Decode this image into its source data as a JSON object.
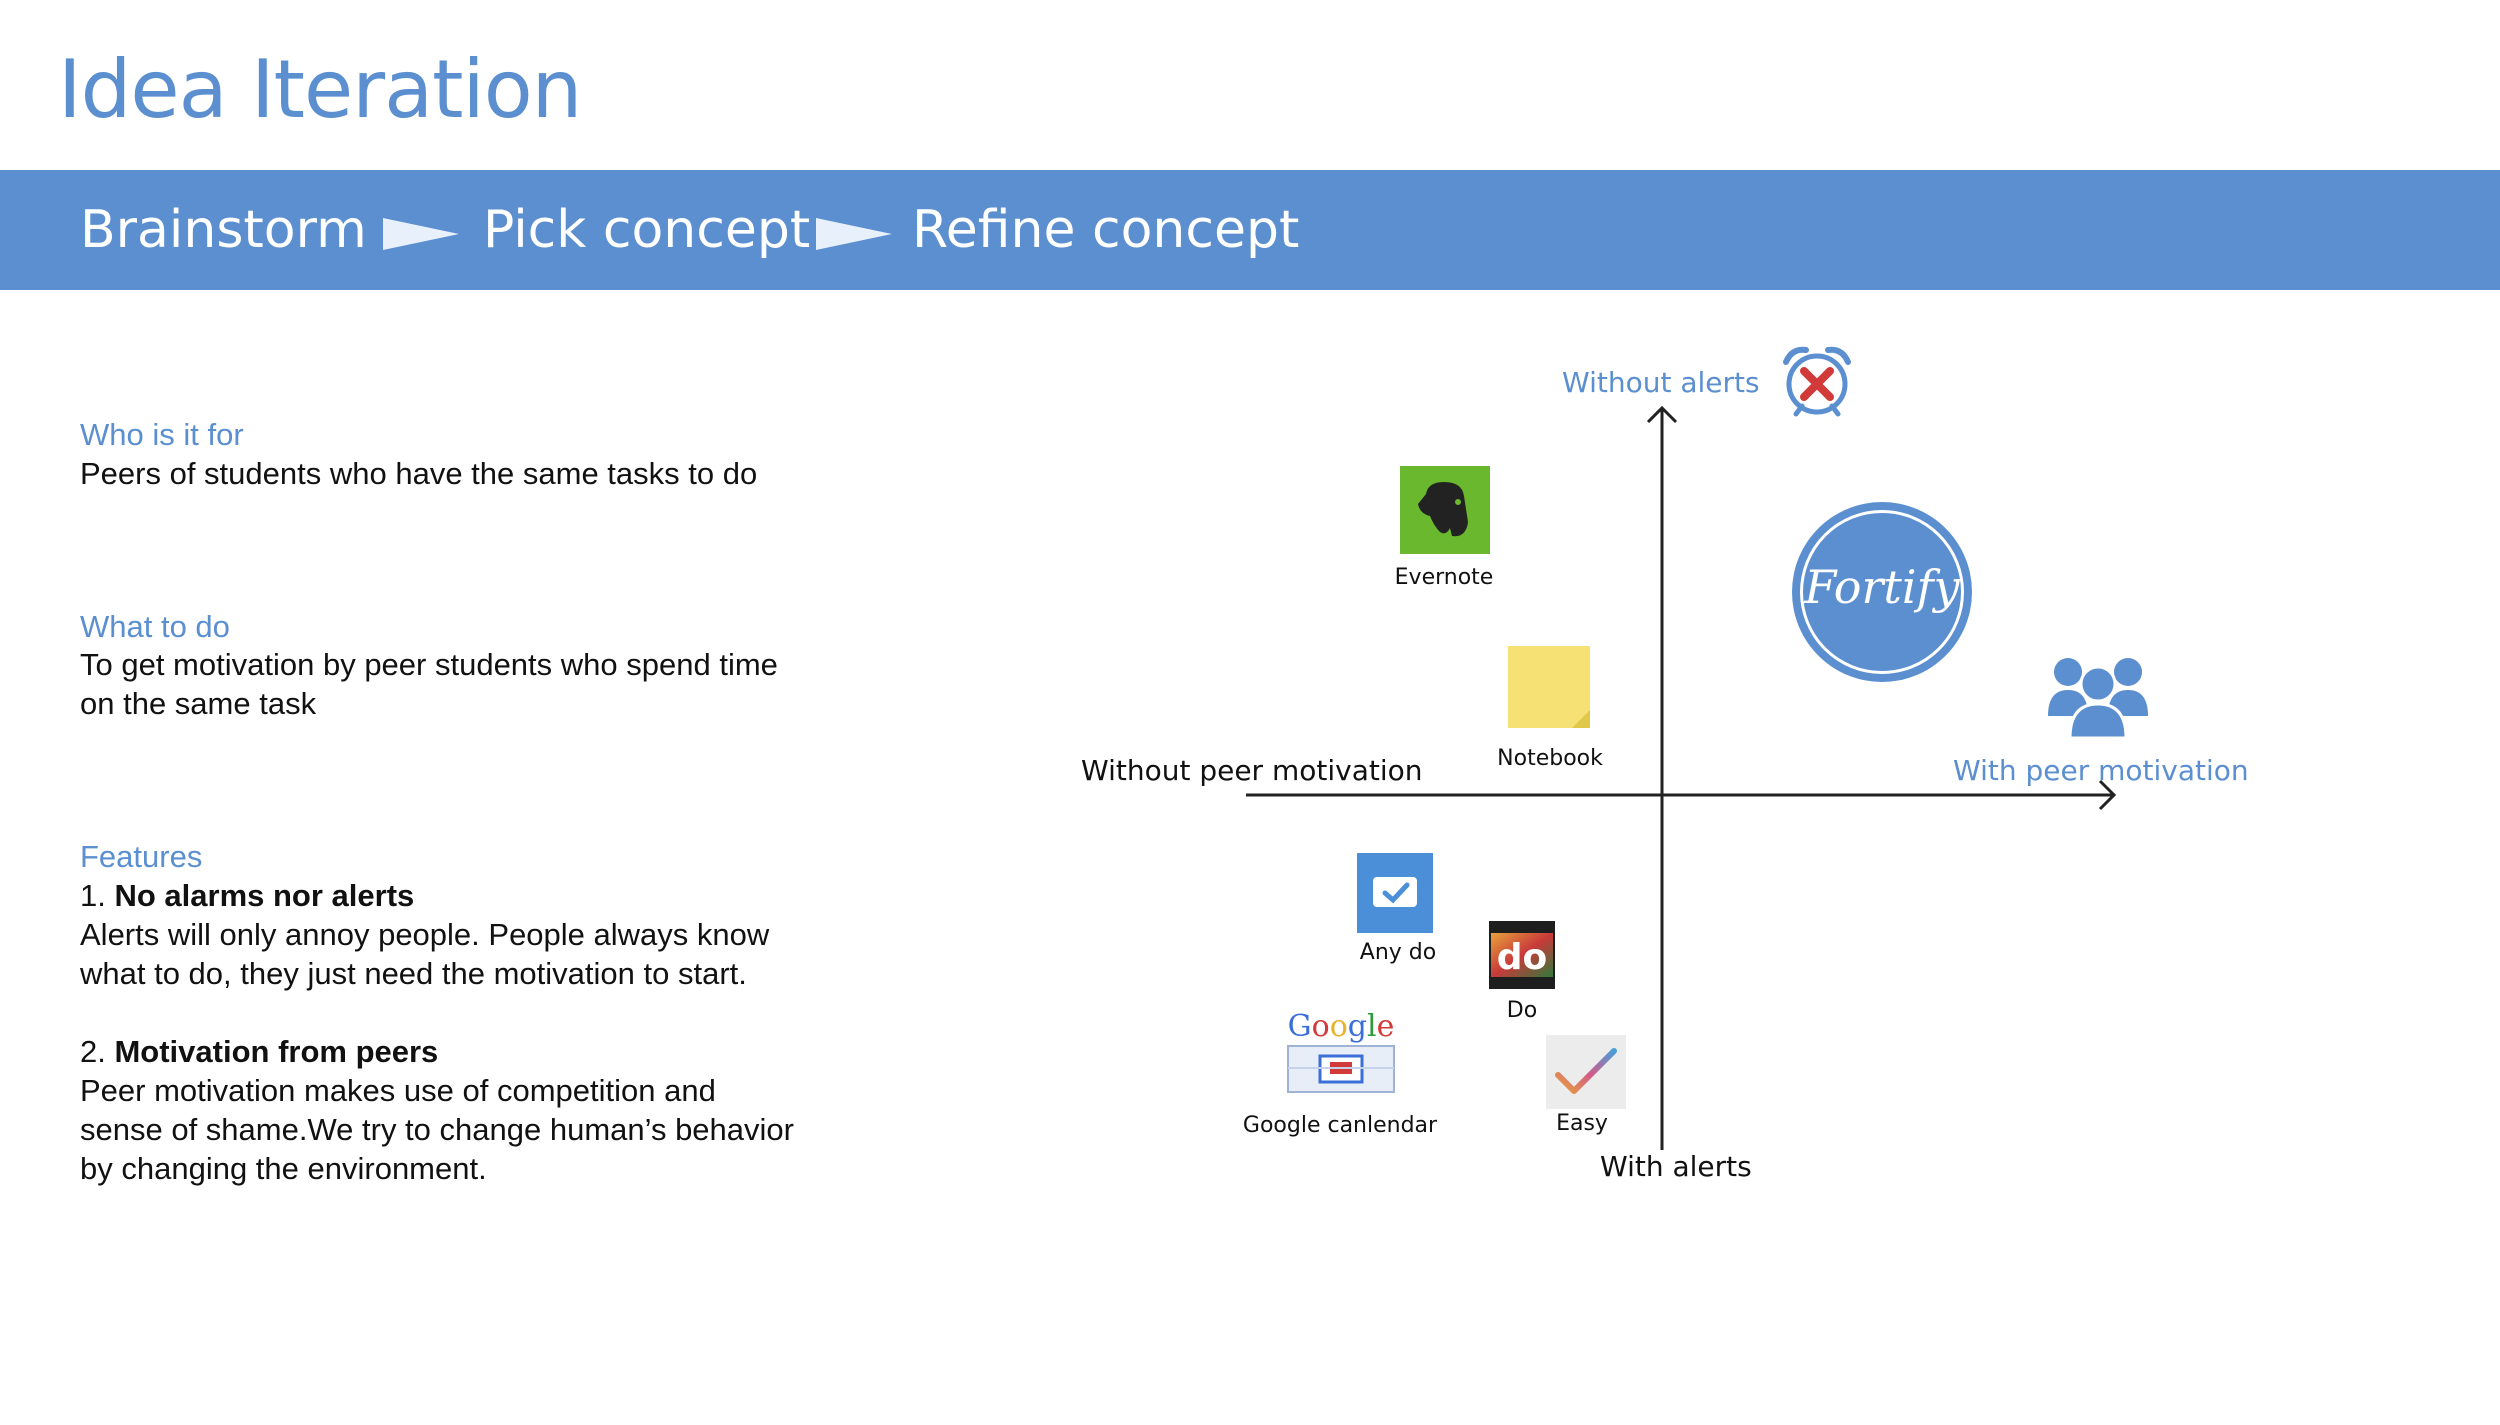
{
  "title": "Idea Iteration",
  "process": {
    "steps": [
      "Brainstorm",
      "Pick concept",
      "Refine concept"
    ]
  },
  "left": {
    "who_heading": "Who is it for",
    "who_text": "Peers of students who have the same tasks to do",
    "what_heading": "What to do",
    "what_text_1": "To get motivation by peer students who spend time",
    "what_text_2": "on the same task",
    "features_heading": "Features",
    "feature1_num": "1. ",
    "feature1_title": "No alarms nor alerts",
    "feature1_line1": "Alerts will only annoy people. People  always know",
    "feature1_line2": "what to do, they just need the motivation to start.",
    "feature2_num": "2. ",
    "feature2_title": "Motivation from peers",
    "feature2_line1": "Peer motivation makes use of competition and",
    "feature2_line2": "sense of shame.We try to change human’s behavior",
    "feature2_line3": "by changing the environment."
  },
  "matrix": {
    "top_label": "Without alerts",
    "bottom_label": "With alerts",
    "left_label": "Without peer motivation",
    "right_label": "With peer motivation",
    "accent_color": "#5b8fd0",
    "center_brand": "Fortify",
    "apps": {
      "evernote": "Evernote",
      "notebook": "Notebook",
      "anydo": "Any do",
      "do": "Do",
      "google_calendar": "Google canlendar",
      "easy": "Easy"
    },
    "icons": {
      "alarm_off": "alarm-clock-crossed-icon",
      "peers": "users-group-icon",
      "google_logo_text": "Google"
    }
  }
}
